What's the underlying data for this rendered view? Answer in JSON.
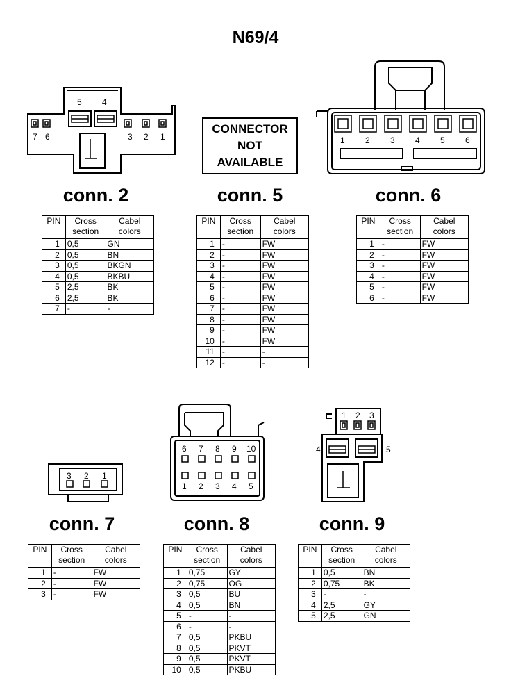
{
  "title": "N69/4",
  "not_available": [
    "CONNECTOR",
    "NOT",
    "AVAILABLE"
  ],
  "headers": {
    "pin": "PIN",
    "cross": [
      "Cross",
      "section"
    ],
    "colors": [
      "Cabel",
      "colors"
    ]
  },
  "connectors": [
    {
      "id": "conn2",
      "label": "conn. 2",
      "pin_labels": [
        "5",
        "4",
        "7",
        "6",
        "3",
        "2",
        "1"
      ],
      "rows": [
        [
          "1",
          "0,5",
          "GN"
        ],
        [
          "2",
          "0,5",
          "BN"
        ],
        [
          "3",
          "0,5",
          "BKGN"
        ],
        [
          "4",
          "0,5",
          "BKBU"
        ],
        [
          "5",
          "2,5",
          "BK"
        ],
        [
          "6",
          "2,5",
          "BK"
        ],
        [
          "7",
          "-",
          "-"
        ]
      ]
    },
    {
      "id": "conn5",
      "label": "conn. 5",
      "pin_labels": [],
      "rows": [
        [
          "1",
          "-",
          "FW"
        ],
        [
          "2",
          "-",
          "FW"
        ],
        [
          "3",
          "-",
          "FW"
        ],
        [
          "4",
          "-",
          "FW"
        ],
        [
          "5",
          "-",
          "FW"
        ],
        [
          "6",
          "-",
          "FW"
        ],
        [
          "7",
          "-",
          "FW"
        ],
        [
          "8",
          "-",
          "FW"
        ],
        [
          "9",
          "-",
          "FW"
        ],
        [
          "10",
          "-",
          "FW"
        ],
        [
          "11",
          "-",
          "-"
        ],
        [
          "12",
          "-",
          "-"
        ]
      ]
    },
    {
      "id": "conn6",
      "label": "conn. 6",
      "pin_labels": [
        "1",
        "2",
        "3",
        "4",
        "5",
        "6"
      ],
      "rows": [
        [
          "1",
          "-",
          "FW"
        ],
        [
          "2",
          "-",
          "FW"
        ],
        [
          "3",
          "-",
          "FW"
        ],
        [
          "4",
          "-",
          "FW"
        ],
        [
          "5",
          "-",
          "FW"
        ],
        [
          "6",
          "-",
          "FW"
        ]
      ]
    },
    {
      "id": "conn7",
      "label": "conn. 7",
      "pin_labels": [
        "3",
        "2",
        "1"
      ],
      "rows": [
        [
          "1",
          "-",
          "FW"
        ],
        [
          "2",
          "-",
          "FW"
        ],
        [
          "3",
          "-",
          "FW"
        ]
      ]
    },
    {
      "id": "conn8",
      "label": "conn. 8",
      "pin_labels": [
        "6",
        "7",
        "8",
        "9",
        "10",
        "1",
        "2",
        "3",
        "4",
        "5"
      ],
      "rows": [
        [
          "1",
          "0,75",
          "GY"
        ],
        [
          "2",
          "0,75",
          "OG"
        ],
        [
          "3",
          "0,5",
          "BU"
        ],
        [
          "4",
          "0,5",
          "BN"
        ],
        [
          "5",
          "-",
          "-"
        ],
        [
          "6",
          "-",
          "-"
        ],
        [
          "7",
          "0,5",
          "PKBU"
        ],
        [
          "8",
          "0,5",
          "PKVT"
        ],
        [
          "9",
          "0,5",
          "PKVT"
        ],
        [
          "10",
          "0,5",
          "PKBU"
        ]
      ]
    },
    {
      "id": "conn9",
      "label": "conn. 9",
      "pin_labels": [
        "1",
        "2",
        "3",
        "4",
        "5"
      ],
      "rows": [
        [
          "1",
          "0,5",
          "BN"
        ],
        [
          "2",
          "0,75",
          "BK"
        ],
        [
          "3",
          "-",
          "-"
        ],
        [
          "4",
          "2,5",
          "GY"
        ],
        [
          "5",
          "2,5",
          "GN"
        ]
      ]
    }
  ]
}
